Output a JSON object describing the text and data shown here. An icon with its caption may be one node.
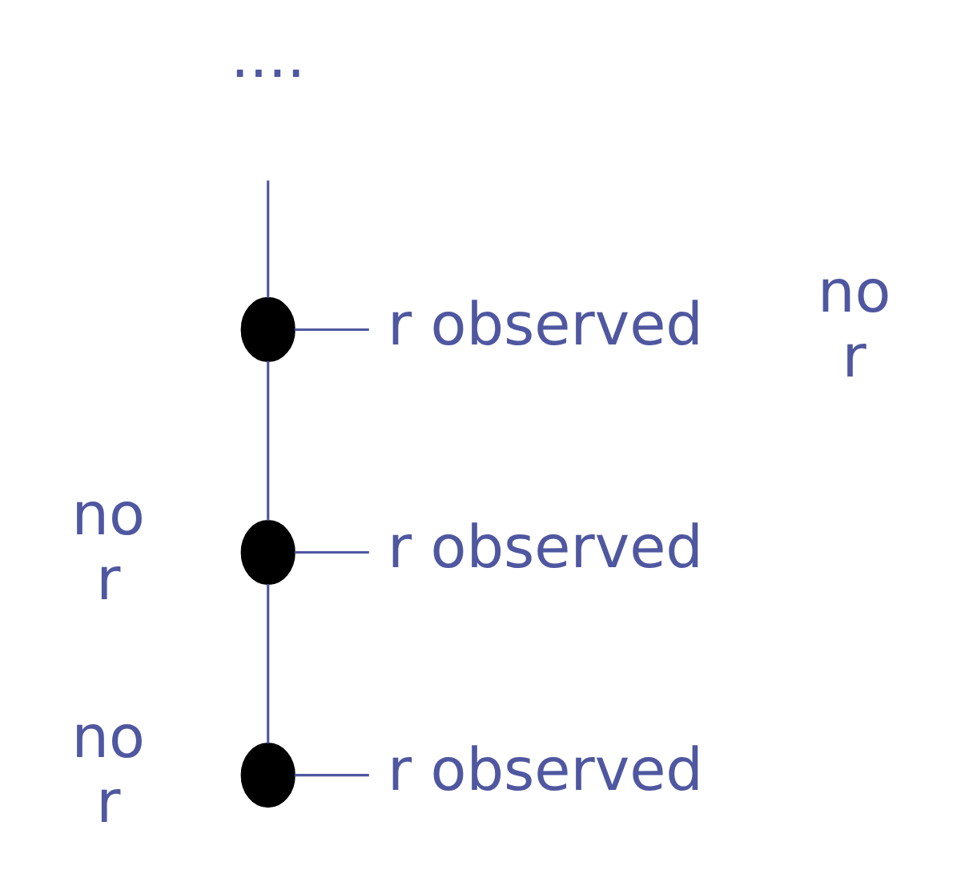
{
  "diagram": {
    "nodes": [
      {
        "text": [],
        "shape": "circle"
      },
      {
        "text": [
          "r observed"
        ]
      },
      {
        "text": [],
        "shape": "circle"
      },
      {
        "text": [
          "r observed"
        ]
      },
      {
        "text": [],
        "shape": "circle"
      },
      {
        "text": [
          "r observed"
        ]
      }
    ],
    "edges": [
      {
        "from": null,
        "to": 0,
        "arrow": "none"
      },
      {
        "from": 0,
        "to": 1,
        "arrow": "none"
      },
      {
        "from": 0,
        "to": 2,
        "arrow": "none"
      },
      {
        "from": 2,
        "to": 3,
        "arrow": "none"
      },
      {
        "from": 2,
        "to": 4,
        "arrow": "none"
      },
      {
        "from": 4,
        "to": 5,
        "arrow": "none"
      }
    ],
    "labels": [
      "....",
      "no r",
      "no r",
      "no r"
    ]
  }
}
